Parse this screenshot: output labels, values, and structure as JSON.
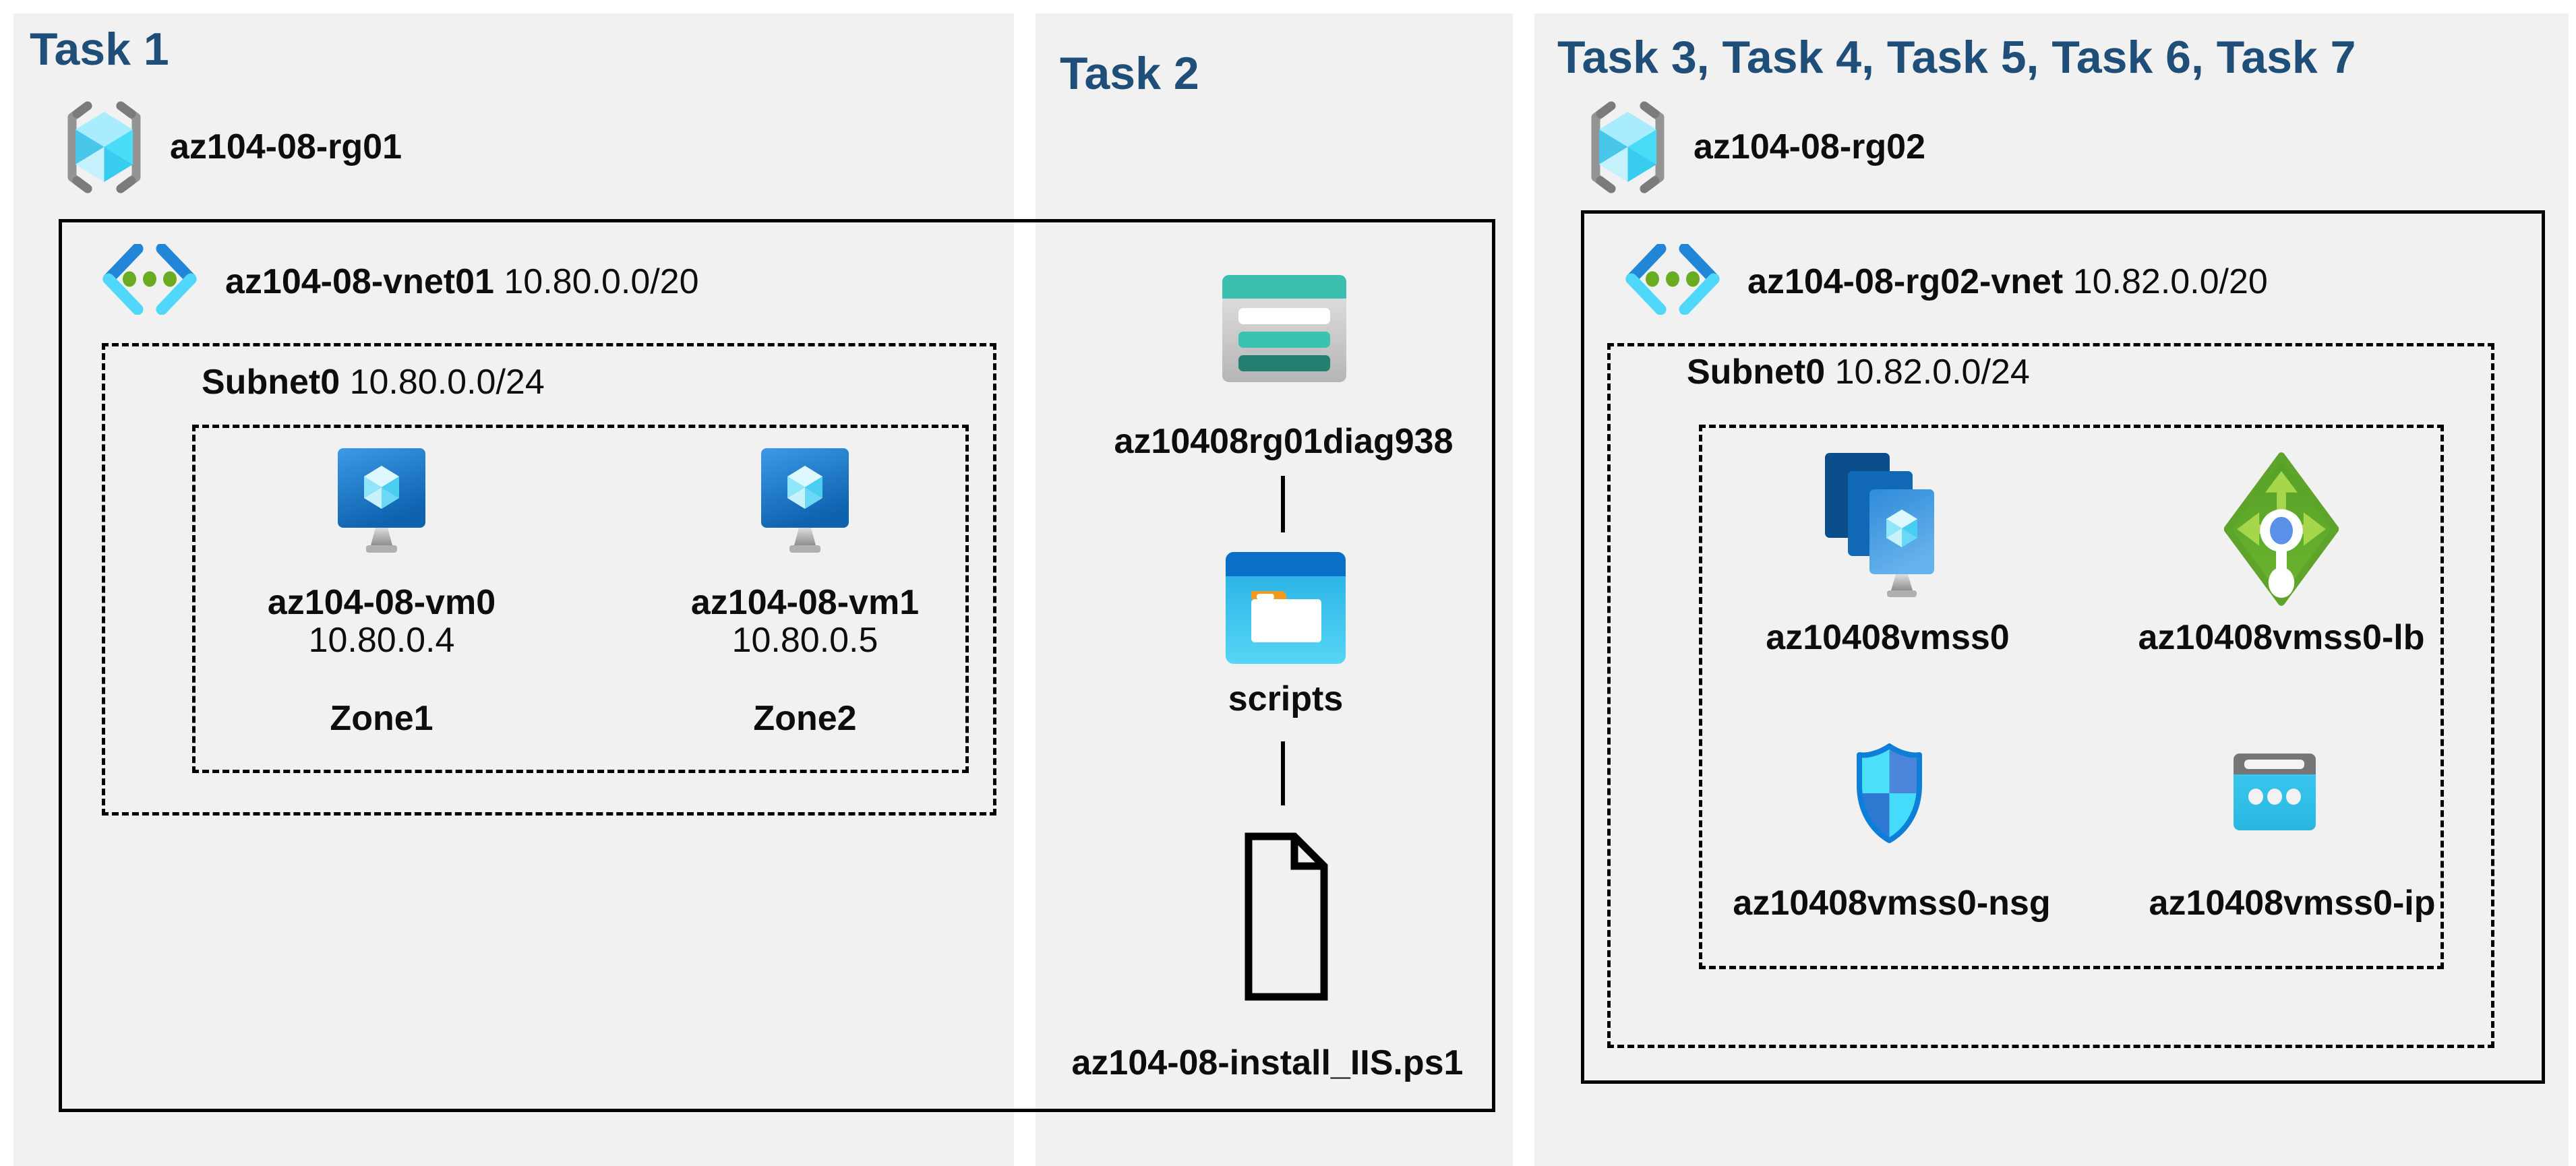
{
  "colors": {
    "panel_bg": "#f1f1f1",
    "title_blue": "#1f4e79",
    "line_black": "#000000",
    "vnet_blue": "#2186d8",
    "vnet_cyan": "#4fd8fa",
    "lb_green": "#61a92c",
    "nsg_blue": "#0e7fd9",
    "storage_teal": "#3bbfae"
  },
  "task1": {
    "title": "Task 1",
    "resource_group": "az104-08-rg01",
    "vnet": {
      "name": "az104-08-vnet01",
      "cidr": "10.80.0.0/20"
    },
    "subnet": {
      "name": "Subnet0",
      "cidr": "10.80.0.0/24"
    },
    "vms": [
      {
        "name": "az104-08-vm0",
        "ip": "10.80.0.4",
        "zone": "Zone1"
      },
      {
        "name": "az104-08-vm1",
        "ip": "10.80.0.5",
        "zone": "Zone2"
      }
    ]
  },
  "task2": {
    "title": "Task 2",
    "storage_account": "az10408rg01diag938",
    "folder": "scripts",
    "script_file": "az104-08-install_IIS.ps1"
  },
  "task3": {
    "title": "Task 3, Task 4, Task 5, Task 6, Task 7",
    "resource_group": "az104-08-rg02",
    "vnet": {
      "name": "az104-08-rg02-vnet",
      "cidr": "10.82.0.0/20"
    },
    "subnet": {
      "name": "Subnet0",
      "cidr": "10.82.0.0/24"
    },
    "resources": {
      "vmss": "az10408vmss0",
      "load_balancer": "az10408vmss0-lb",
      "nsg": "az10408vmss0-nsg",
      "public_ip": "az10408vmss0-ip"
    }
  }
}
